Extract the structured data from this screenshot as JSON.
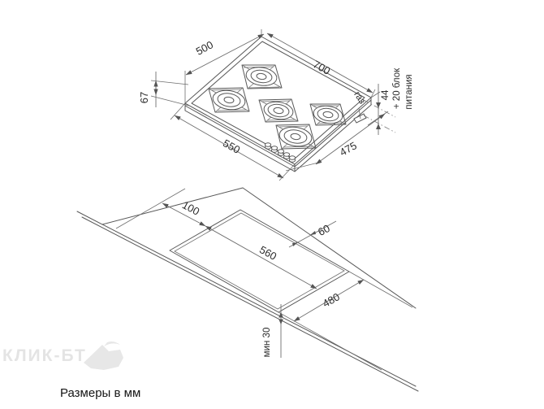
{
  "caption": "Размеры в мм",
  "watermark": "КЛИК-БТ",
  "hob_view": {
    "dim_top_width": "500",
    "dim_top_length": "700",
    "dim_height": "67",
    "dim_bottom_width": "550",
    "dim_bottom_length": "475",
    "gas_label": "газ",
    "depth_label": "44",
    "power_label_1": "+ 20 блок",
    "power_label_2": "питания"
  },
  "cutout_view": {
    "dim_back_offset": "100",
    "dim_right_offset": "60",
    "dim_cutout_length": "560",
    "dim_cutout_width": "480",
    "dim_front_min": "мин 30"
  }
}
